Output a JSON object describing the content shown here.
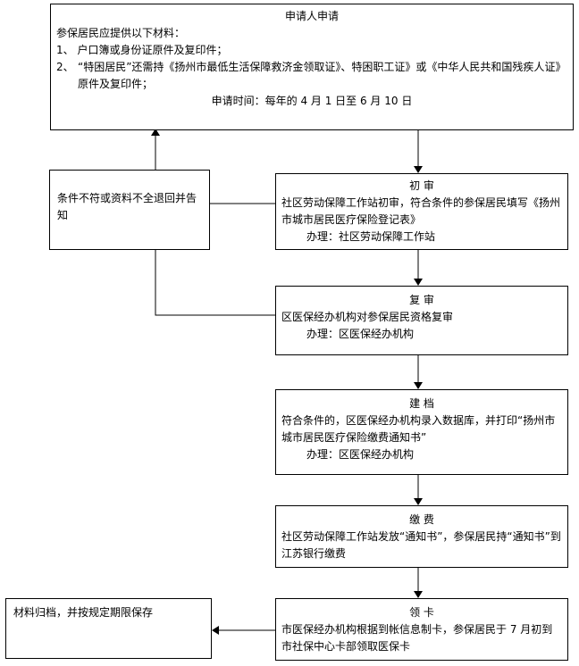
{
  "apply": {
    "title": "申请人申请",
    "intro": "参保居民应提供以下材料：",
    "item1": "1、 户口簿或身份证原件及复印件；",
    "item2_num": "2、",
    "item2": "“特困居民”还需持《扬州市最低生活保障救济金领取证》、特困职工证》或《中华人民共和国残疾人证》原件及复印件；",
    "time": "申请时间：每年的 4 月 1 日至 6 月 10 日"
  },
  "reject": {
    "text": "条件不符或资料不全退回并告知"
  },
  "first_review": {
    "title": "初 审",
    "body": "社区劳动保障工作站初审，符合条件的参保居民填写《扬州市城市居民医疗保险登记表》",
    "handler": "办理：社区劳动保障工作站"
  },
  "second_review": {
    "title": "复 审",
    "body": "区医保经办机构对参保居民资格复审",
    "handler": "办理：区医保经办机构"
  },
  "filing": {
    "title": "建 档",
    "body": "符合条件的，区医保经办机构录入数据库，并打印“扬州市城市居民医疗保险缴费通知书”",
    "handler": "办理：区医保经办机构"
  },
  "payment": {
    "title": "缴 费",
    "body": "社区劳动保障工作站发放“通知书”，参保居民持“通知书”到江苏银行缴费"
  },
  "card": {
    "title": "领 卡",
    "body": "市医保经办机构根据到帐信息制卡，参保居民于 7 月初到市社保中心卡部领取医保卡"
  },
  "archive": {
    "text": "材料归档，并按规定期限保存"
  }
}
